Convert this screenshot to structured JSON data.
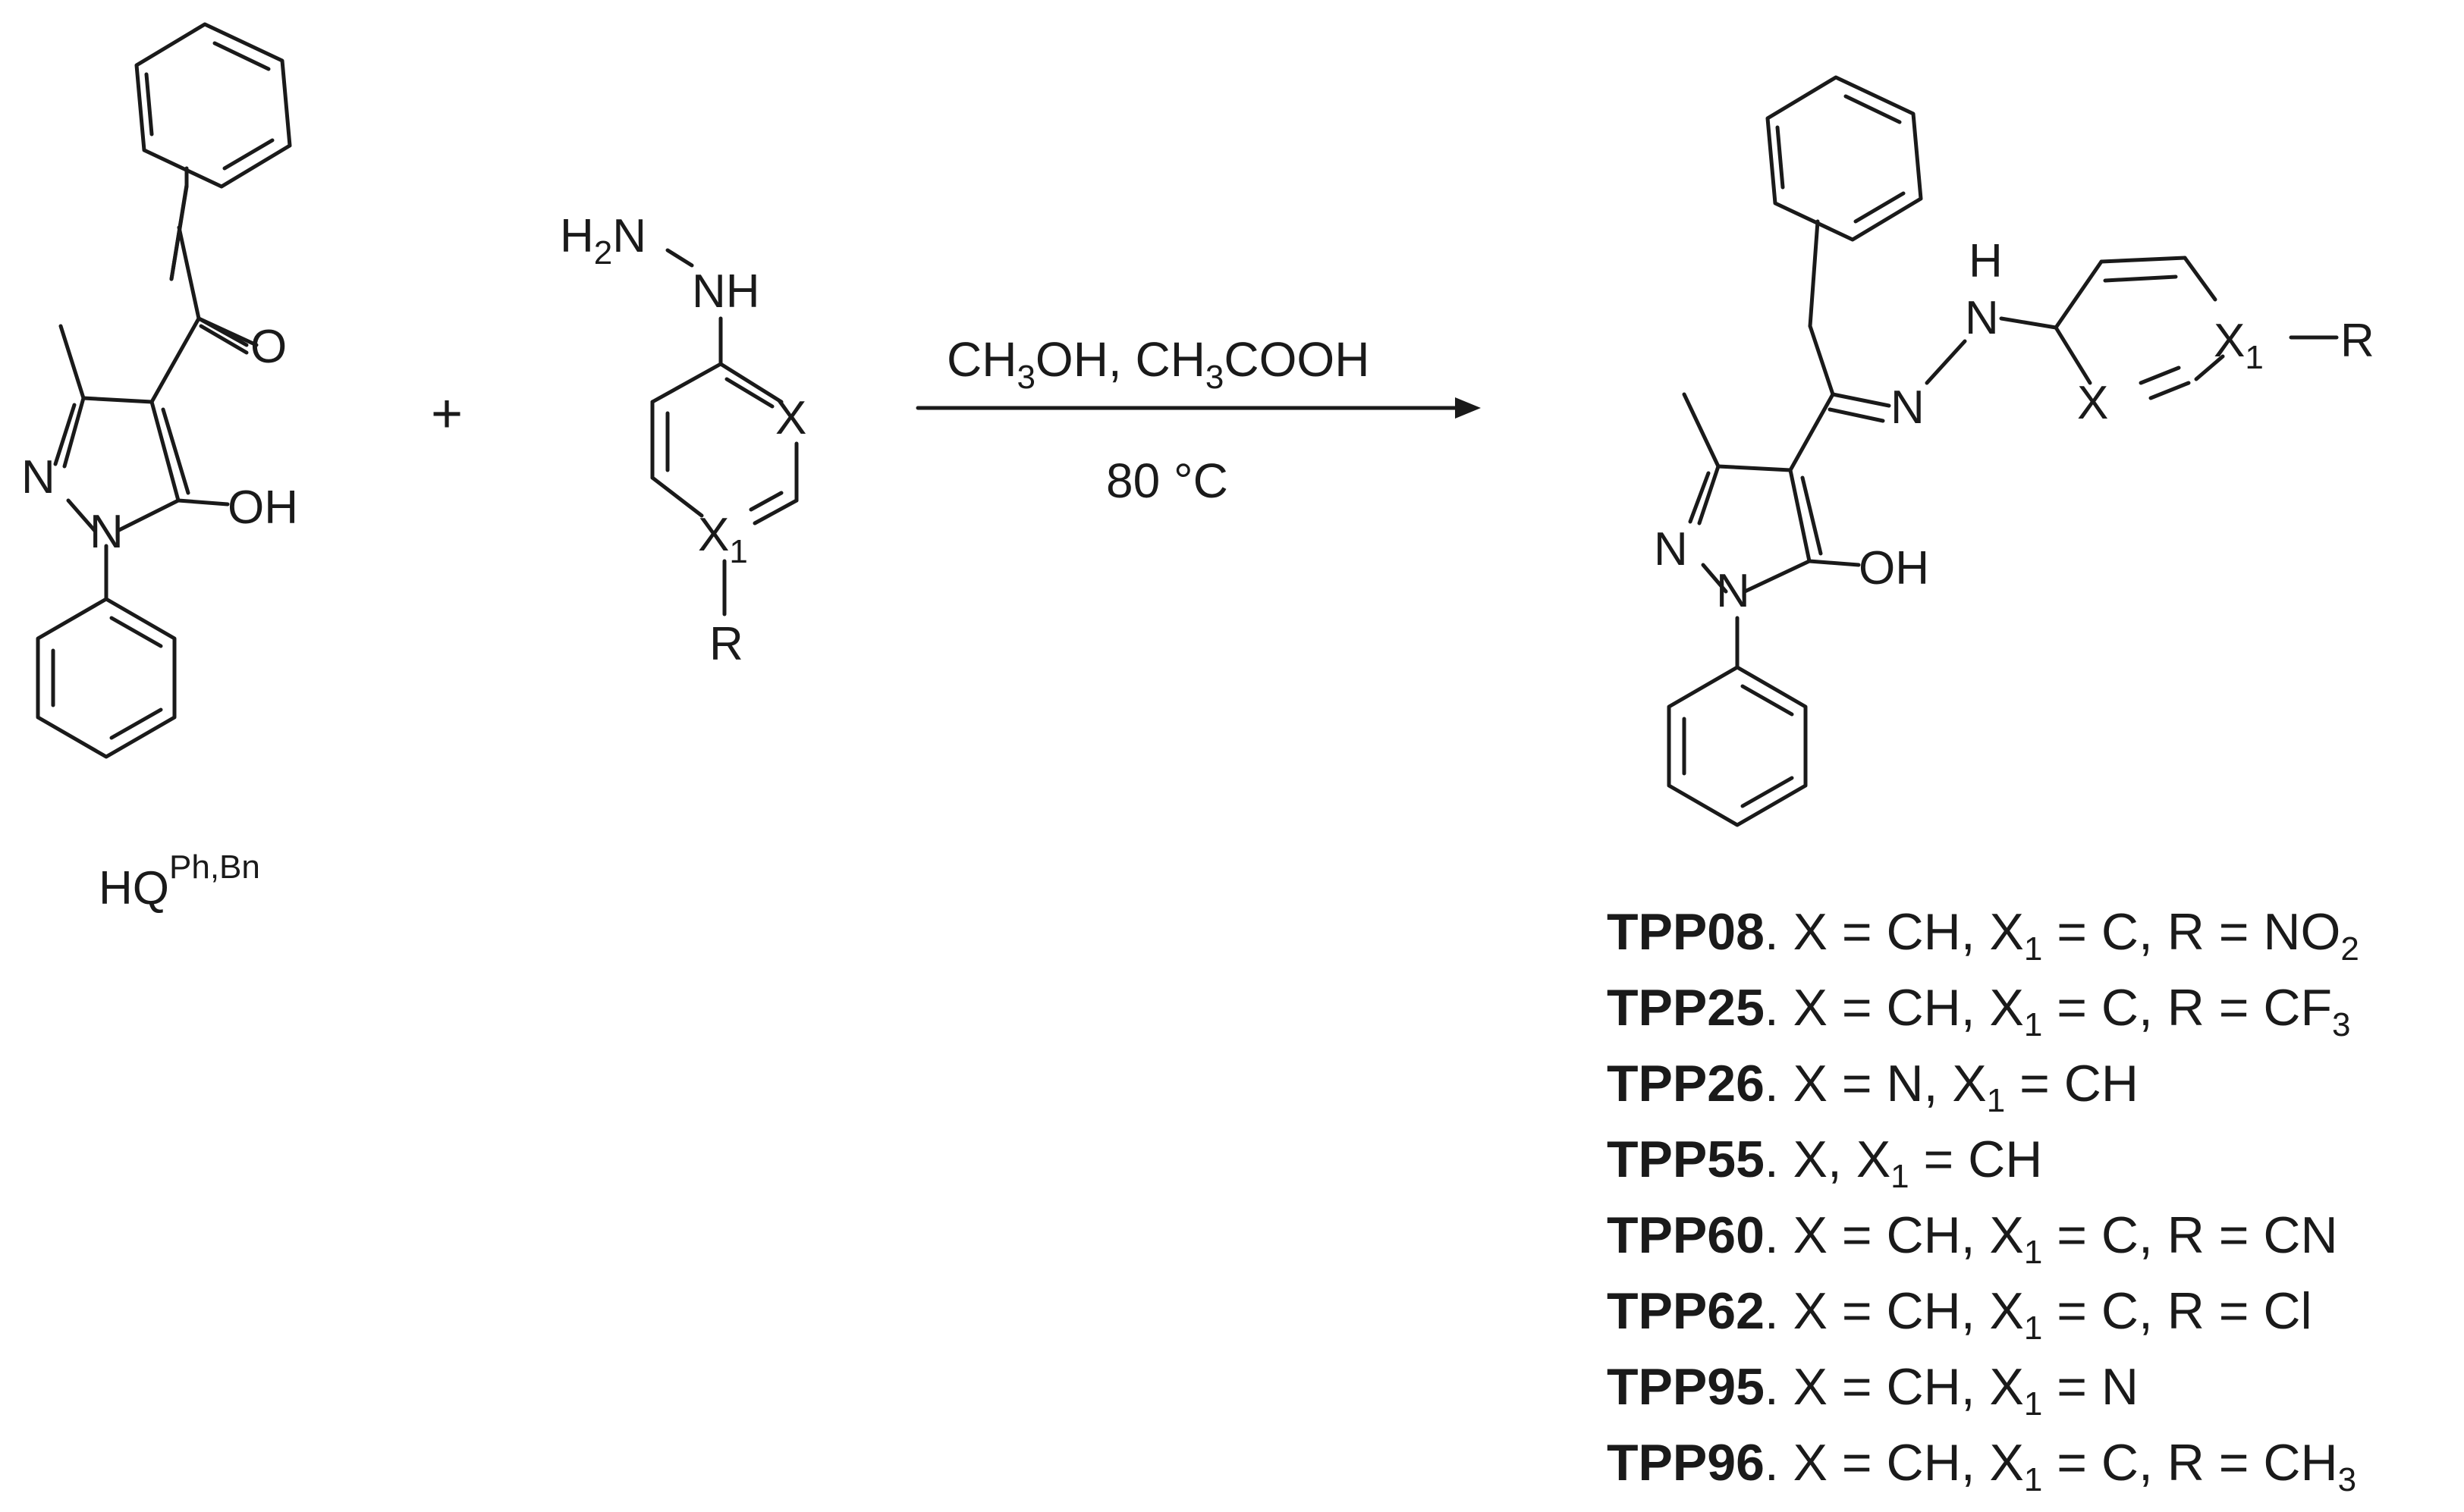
{
  "reactant1": {
    "label_main": "HQ",
    "label_sup": "Ph,Bn",
    "atoms": {
      "o_carbonyl": "O",
      "n2": "N",
      "n1": "N",
      "oh": "OH"
    }
  },
  "plus": "+",
  "reactant2": {
    "atoms": {
      "h2n": "H",
      "h2n_sub": "2",
      "h2n_n": "N",
      "nh": "NH",
      "x": "X",
      "x1": "X",
      "x1_sub": "1",
      "r": "R"
    }
  },
  "arrow": {
    "above": {
      "p1": "CH",
      "s1": "3",
      "p2": "OH, CH",
      "s2": "3",
      "p3": "COOH"
    },
    "below": "80 °C"
  },
  "product": {
    "atoms": {
      "nh_h": "H",
      "nh_n": "N",
      "imine_n": "N",
      "x1": "X",
      "x1_sub": "1",
      "r": "R",
      "x": "X",
      "n2": "N",
      "n1": "N",
      "oh": "OH"
    }
  },
  "compounds": [
    {
      "name": "TPP08",
      "parts": [
        ". X = CH, X",
        "1",
        " = C, R = NO",
        "2"
      ]
    },
    {
      "name": "TPP25",
      "parts": [
        ". X = CH, X",
        "1",
        " = C, R = CF",
        "3"
      ]
    },
    {
      "name": "TPP26",
      "parts": [
        ". X = N, X",
        "1",
        " = CH"
      ]
    },
    {
      "name": "TPP55",
      "parts": [
        ". X, X",
        "1",
        " = CH"
      ]
    },
    {
      "name": "TPP60",
      "parts": [
        ". X = CH, X",
        "1",
        " = C, R = CN"
      ]
    },
    {
      "name": "TPP62",
      "parts": [
        ". X = CH, X",
        "1",
        " = C, R = Cl"
      ]
    },
    {
      "name": "TPP95",
      "parts": [
        ". X = CH, X",
        "1",
        " = N"
      ]
    },
    {
      "name": "TPP96",
      "parts": [
        ". X = CH, X",
        "1",
        " = C, R = CH",
        "3"
      ]
    }
  ]
}
